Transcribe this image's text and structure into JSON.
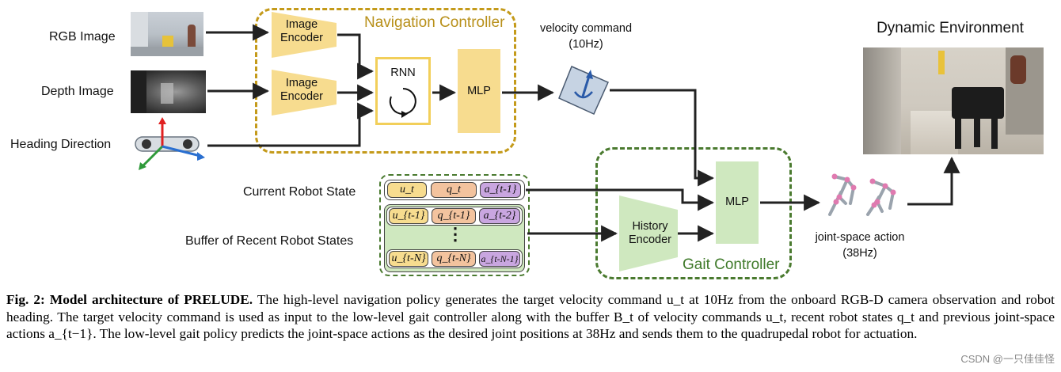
{
  "inputs": {
    "rgb_label": "RGB Image",
    "depth_label": "Depth Image",
    "heading_label": "Heading Direction"
  },
  "nav": {
    "title": "Navigation Controller",
    "encoder1": [
      "Image",
      "Encoder"
    ],
    "encoder2": [
      "Image",
      "Encoder"
    ],
    "rnn": "RNN",
    "mlp": "MLP"
  },
  "velocity": {
    "line1": "velocity command",
    "line2": "(10Hz)"
  },
  "env": {
    "title": "Dynamic Environment"
  },
  "robot_state": {
    "current_label": "Current Robot State",
    "buffer_label": "Buffer of Recent Robot States",
    "current": [
      "u_t",
      "q_t",
      "a_{t-1}"
    ],
    "prev": [
      "u_{t-1}",
      "q_{t-1}",
      "a_{t-2}"
    ],
    "dots": "⋮",
    "last": [
      "u_{t-N}",
      "q_{t-N}",
      "a_{t-N-1}"
    ]
  },
  "gait": {
    "title": "Gait Controller",
    "history": [
      "History",
      "Encoder"
    ],
    "mlp": "MLP"
  },
  "joint": {
    "line1": "joint-space action",
    "line2": "(38Hz)"
  },
  "colors": {
    "nav_border": "#c49a1a",
    "nav_title": "#b8901a",
    "encoder_fill": "#f7dc8f",
    "gait_border": "#4a7a2f",
    "gait_title": "#3f7a2a",
    "gait_fill": "#cfe8bf"
  },
  "caption": {
    "bold": "Fig. 2: Model architecture of PRELUDE.",
    "text": " The high-level navigation policy generates the target velocity command u_t at 10Hz from the onboard RGB-D camera observation and robot heading. The target velocity command is used as input to the low-level gait controller along with the buffer B_t of velocity commands u_t, recent robot states q_t and previous joint-space actions a_{t−1}. The low-level gait policy predicts the joint-space actions as the desired joint positions at 38Hz and sends them to the quadrupedal robot for actuation."
  },
  "watermark": "CSDN @一只佳佳怪"
}
